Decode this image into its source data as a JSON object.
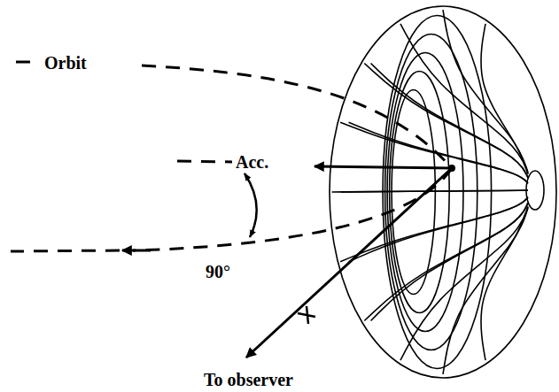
{
  "diagram": {
    "labels": [
      "Orbit",
      "Acc.",
      "90°",
      "To observer"
    ]
  }
}
